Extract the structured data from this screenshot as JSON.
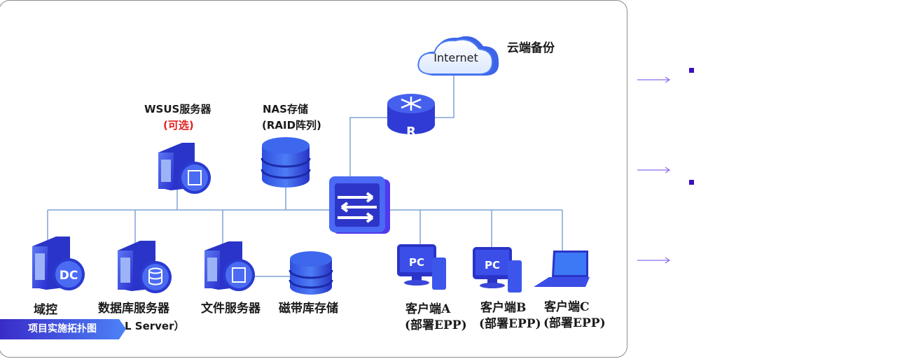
{
  "diagram": {
    "title_tag": "项目实施拓扑图",
    "cloud": {
      "label": "Internet",
      "caption": "云端备份"
    },
    "router": {
      "label": "R"
    },
    "wsus": {
      "title": "WSUS服务器",
      "note": "(可选)"
    },
    "nas": {
      "title": "NAS存储",
      "note": "(RAID阵列)"
    },
    "dc": {
      "badge": "DC",
      "label": "域控"
    },
    "db": {
      "label": "数据库服务器",
      "note": "(SQL Server)",
      "visible_note": "L Server）"
    },
    "file": {
      "label": "文件服务器"
    },
    "tape": {
      "label": "磁带库存储"
    },
    "clients": [
      {
        "badge": "PC",
        "label": "客户端A",
        "note": "(部署EPP)"
      },
      {
        "badge": "PC",
        "label": "客户端B",
        "note": "(部署EPP)"
      },
      {
        "badge": "",
        "label": "客户端C",
        "note": "(部署EPP)"
      }
    ],
    "colors": {
      "device": "#3f55e6",
      "device_dark": "#2a34c8",
      "line": "#7fa3d6",
      "red_note": "#e02020",
      "accent": "#3a10c0",
      "arrow": "#8a6cf0"
    }
  },
  "side_panel": {
    "rows": [
      {
        "arrow": true,
        "bullet": true
      },
      {
        "arrow": true,
        "bullet": true
      },
      {
        "arrow": true,
        "bullet": false
      }
    ]
  }
}
